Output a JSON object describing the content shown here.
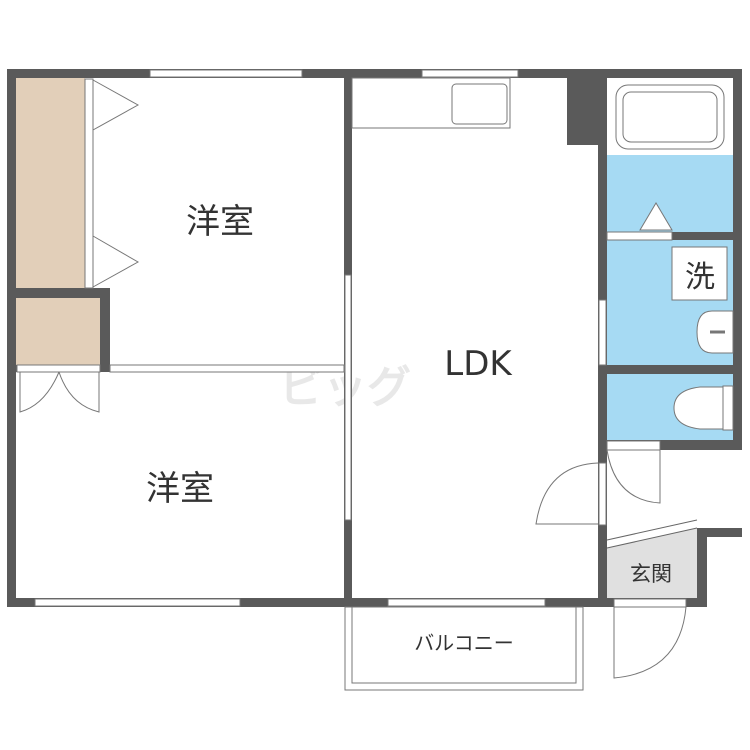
{
  "rooms": {
    "western_room_1": "洋室",
    "western_room_2": "洋室",
    "ldk": "LDK",
    "laundry": "洗",
    "entrance": "玄関",
    "balcony": "バルコニー"
  },
  "watermark": "ビッグ",
  "colors": {
    "wall": "#5a5a5a",
    "wet_area": "#a6daf3",
    "closet": "#e2cfb9",
    "entrance_floor": "#e0e0e0",
    "watermark": "#e8e8e8"
  }
}
